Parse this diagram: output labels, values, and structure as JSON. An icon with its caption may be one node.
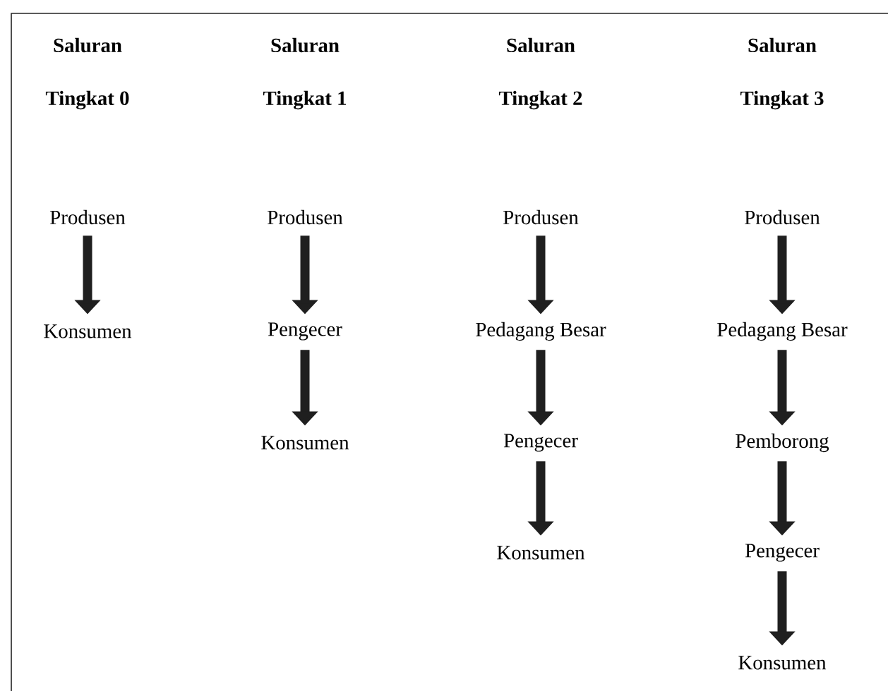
{
  "diagram": {
    "nodes": [
      {
        "text": [
          "Produsen"
        ]
      },
      {
        "text": [
          "Konsumen"
        ]
      },
      {
        "text": [
          "Produsen"
        ]
      },
      {
        "text": [
          "Pengecer"
        ]
      },
      {
        "text": [
          "Konsumen"
        ]
      },
      {
        "text": [
          "Produsen"
        ]
      },
      {
        "text": [
          "Pedagang Besar"
        ]
      },
      {
        "text": [
          "Pengecer"
        ]
      },
      {
        "text": [
          "Konsumen"
        ]
      },
      {
        "text": [
          "Produsen"
        ]
      },
      {
        "text": [
          "Pedagang Besar"
        ]
      },
      {
        "text": [
          "Pemborong"
        ]
      },
      {
        "text": [
          "Pengecer"
        ]
      },
      {
        "text": [
          "Konsumen"
        ]
      }
    ],
    "edges": [
      {
        "from": 0,
        "to": 1,
        "arrow": "to"
      },
      {
        "from": 2,
        "to": 3,
        "arrow": "to"
      },
      {
        "from": 3,
        "to": 4,
        "arrow": "to"
      },
      {
        "from": 5,
        "to": 6,
        "arrow": "to"
      },
      {
        "from": 6,
        "to": 7,
        "arrow": "to"
      },
      {
        "from": 7,
        "to": 8,
        "arrow": "to"
      },
      {
        "from": 9,
        "to": 10,
        "arrow": "to"
      },
      {
        "from": 10,
        "to": 11,
        "arrow": "to"
      },
      {
        "from": 11,
        "to": 12,
        "arrow": "to"
      },
      {
        "from": 12,
        "to": 13,
        "arrow": "to"
      }
    ],
    "labels": [
      "Saluran",
      "Saluran",
      "Saluran",
      "Saluran",
      "Tingkat 0",
      "Tingkat 1",
      "Tingkat 2",
      "Tingkat 3"
    ]
  }
}
